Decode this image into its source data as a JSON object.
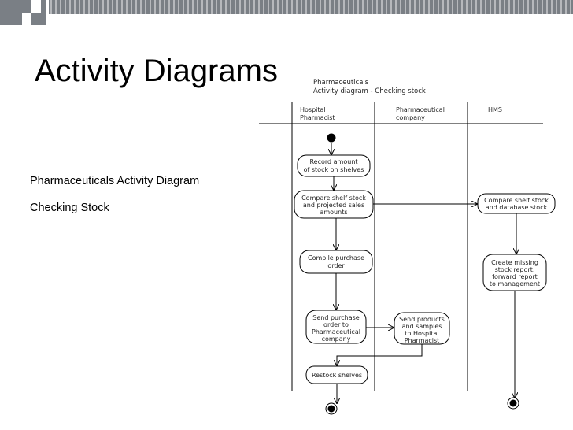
{
  "slide": {
    "title": "Activity Diagrams",
    "caption_line1": "Pharmaceuticals Activity Diagram",
    "caption_line2": "Checking Stock"
  },
  "diagram": {
    "header_line1": "Pharmaceuticals",
    "header_line2": "Activity diagram - Checking stock",
    "lanes": [
      {
        "lines": [
          "Hospital",
          "Pharmacist"
        ]
      },
      {
        "lines": [
          "Pharmaceutical",
          "company"
        ]
      },
      {
        "lines": [
          "HMS"
        ]
      }
    ],
    "activities": [
      {
        "id": "record",
        "lines": [
          "Record amount",
          "of stock on shelves"
        ]
      },
      {
        "id": "compare",
        "lines": [
          "Compare shelf stock",
          "and projected sales",
          "amounts"
        ]
      },
      {
        "id": "compile",
        "lines": [
          "Compile purchase",
          "order"
        ]
      },
      {
        "id": "send-order",
        "lines": [
          "Send purchase",
          "order to",
          "Pharmaceutical",
          "company"
        ]
      },
      {
        "id": "restock",
        "lines": [
          "Restock shelves"
        ]
      },
      {
        "id": "send-products",
        "lines": [
          "Send products",
          "and samples",
          "to Hospital",
          "Pharmacist"
        ]
      },
      {
        "id": "compare-db",
        "lines": [
          "Compare shelf stock",
          "and database stock"
        ]
      },
      {
        "id": "missing",
        "lines": [
          "Create missing",
          "stock report,",
          "forward report",
          "to management"
        ]
      }
    ]
  },
  "colors": {
    "deco_dark": "#7a7f85",
    "deco_light": "#ffffff",
    "line": "#000000"
  }
}
